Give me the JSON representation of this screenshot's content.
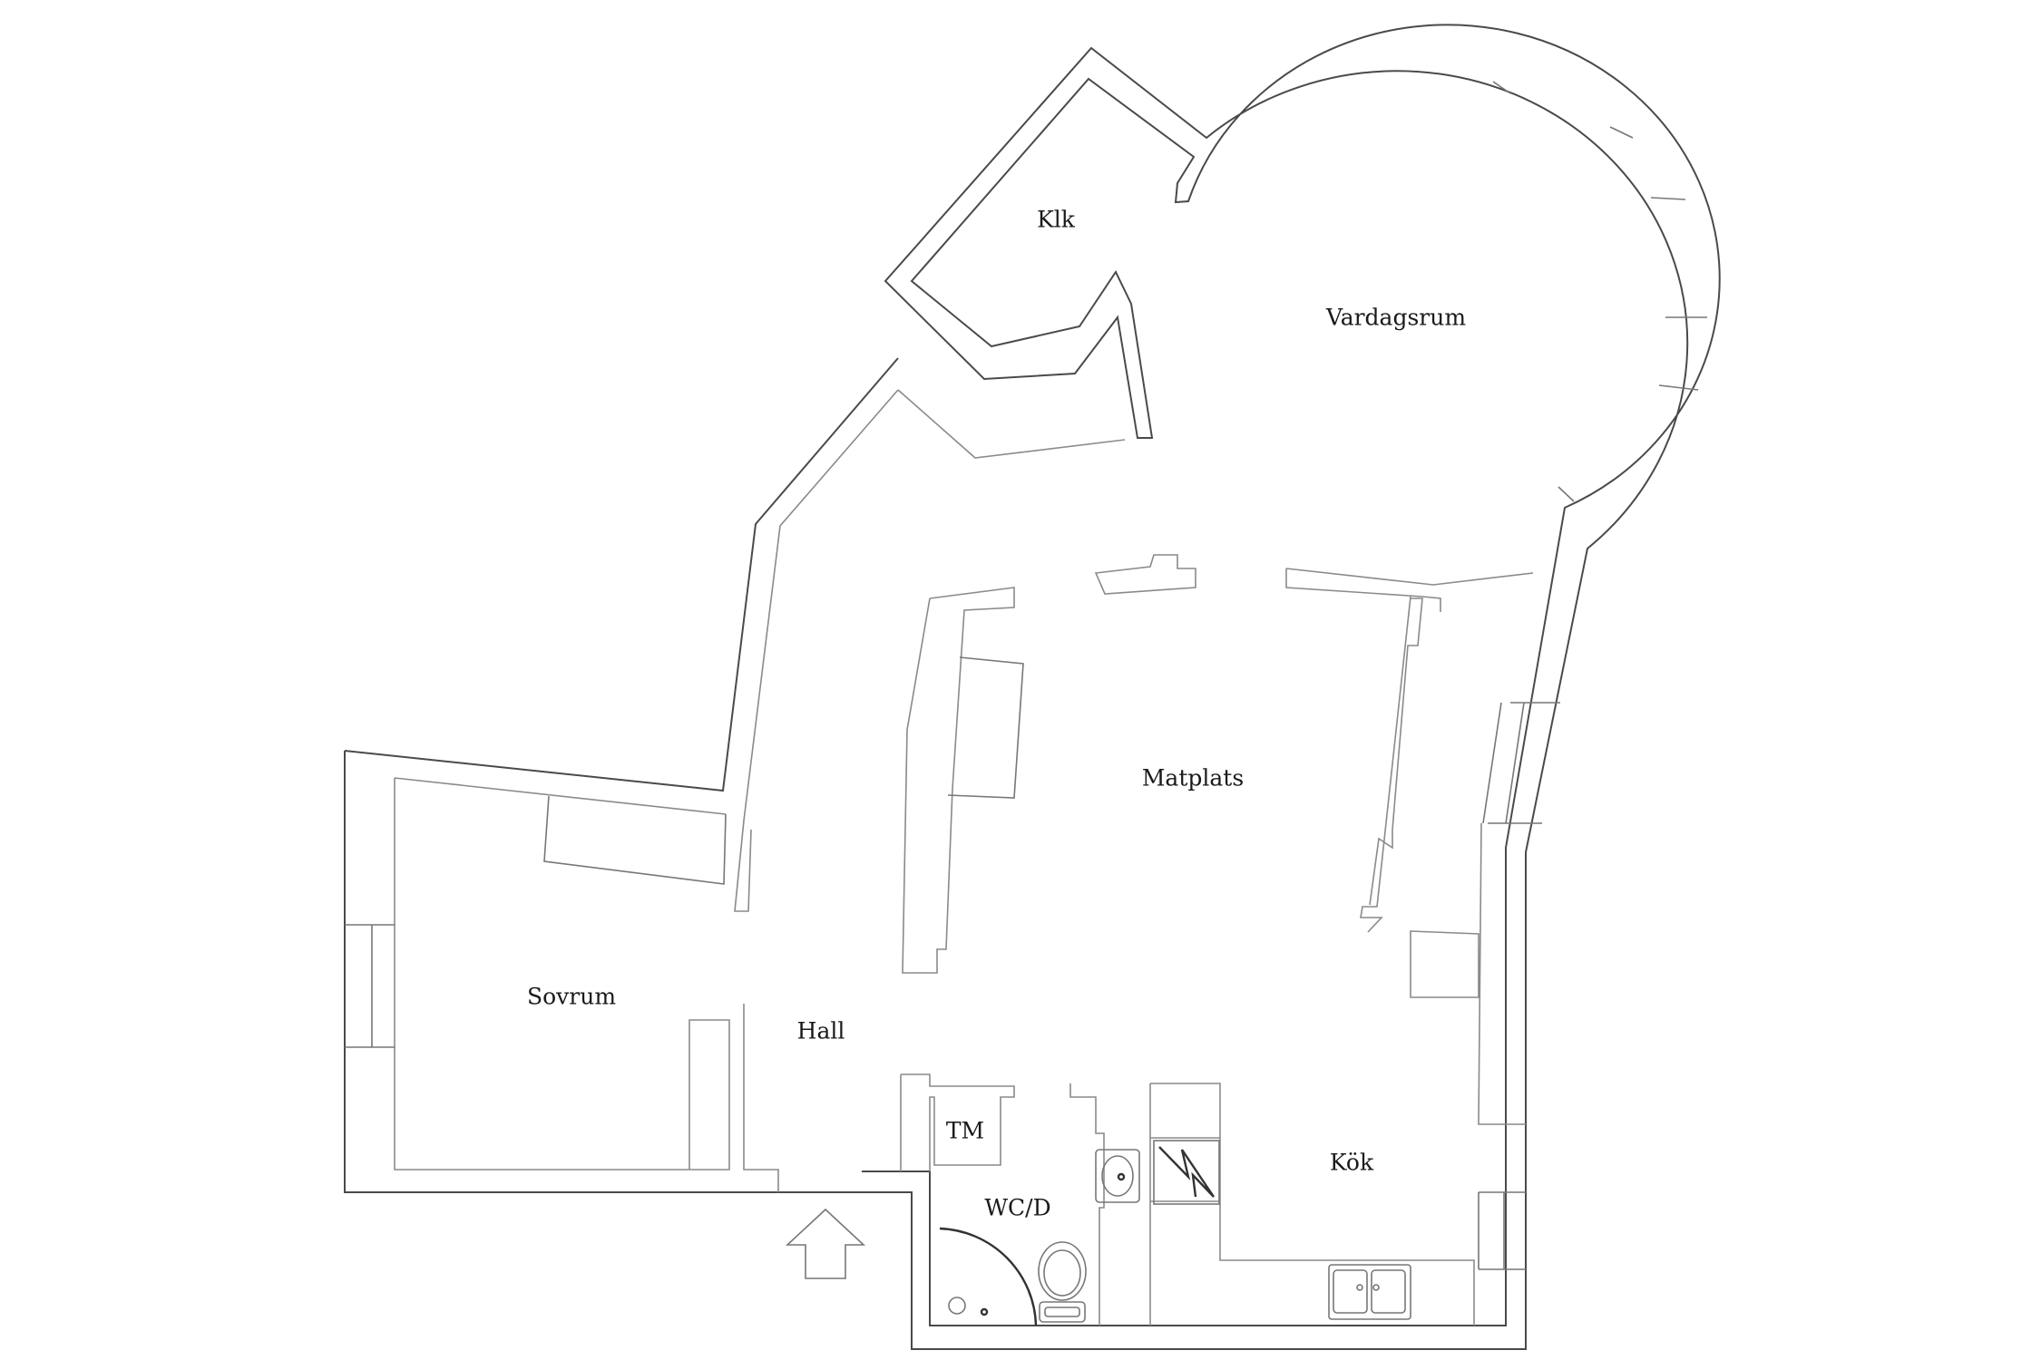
{
  "rooms": {
    "klk": "Klk",
    "vardagsrum": "Vardagsrum",
    "matplats": "Matplats",
    "sovrum": "Sovrum",
    "hall": "Hall",
    "tm": "TM",
    "wcd": "WC/D",
    "kok": "Kök"
  },
  "colors": {
    "wall_outer": "#4a4a4a",
    "wall_inner": "#8a8a8a",
    "label": "#1a1a1a"
  },
  "icons": [
    "entrance-arrow-icon",
    "sink-icon",
    "toilet-icon",
    "shower-icon",
    "double-sink-icon",
    "stove-icon"
  ]
}
